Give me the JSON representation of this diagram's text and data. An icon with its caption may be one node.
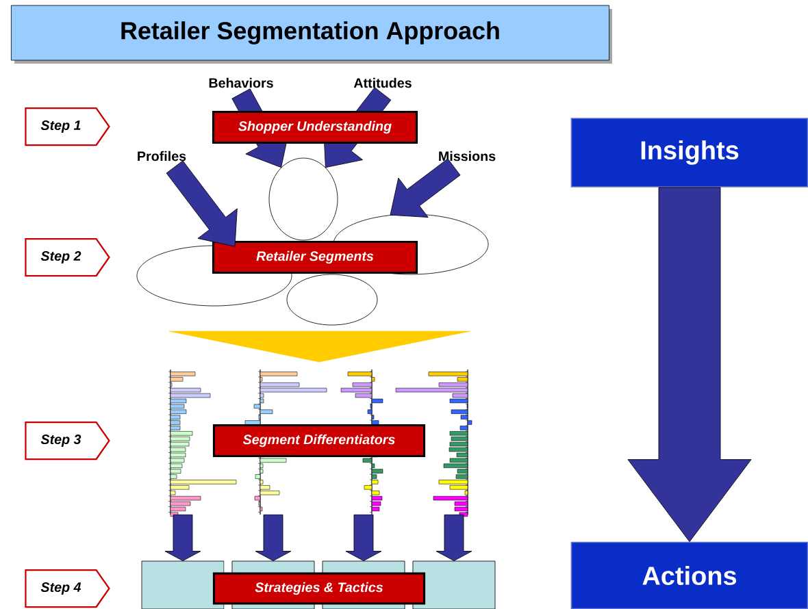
{
  "diagram": {
    "title": "Retailer Segmentation Approach",
    "nodes": [
      {
        "text": [
          "Step 1"
        ]
      },
      {
        "text": [
          "Behaviors"
        ]
      },
      {
        "text": [
          "Attitudes"
        ]
      },
      {
        "text": [
          "Shopper Understanding"
        ]
      },
      {
        "text": [
          "Profiles"
        ]
      },
      {
        "text": [
          "Missions"
        ]
      },
      {
        "text": [
          "Insights"
        ]
      },
      {
        "text": [
          "Step 2"
        ]
      },
      {
        "text": [],
        "shape": "ellipse"
      },
      {
        "text": [],
        "shape": "ellipse"
      },
      {
        "text": [],
        "shape": "ellipse"
      },
      {
        "text": [],
        "shape": "ellipse"
      },
      {
        "text": [
          "Retailer Segments"
        ]
      },
      {
        "text": [],
        "shape": "chart"
      },
      {
        "text": [],
        "shape": "chart"
      },
      {
        "text": [],
        "shape": "chart"
      },
      {
        "text": [],
        "shape": "chart"
      },
      {
        "text": [
          "Step 3"
        ]
      },
      {
        "text": [
          "Segment Differentiators"
        ]
      },
      {
        "text": [],
        "shape": "box"
      },
      {
        "text": [],
        "shape": "box"
      },
      {
        "text": [],
        "shape": "box"
      },
      {
        "text": [],
        "shape": "box"
      },
      {
        "text": [
          "Step 4"
        ]
      },
      {
        "text": [
          "Strategies & Tactics"
        ]
      },
      {
        "text": [
          "Actions"
        ]
      }
    ],
    "edges": [
      {
        "from": 1,
        "to": 9,
        "arrow": "to"
      },
      {
        "from": 2,
        "to": 9,
        "arrow": "to"
      },
      {
        "from": 4,
        "to": 8,
        "arrow": "to"
      },
      {
        "from": 5,
        "to": 11,
        "arrow": "to"
      },
      {
        "from": 12,
        "to": 18,
        "arrow": "to",
        "color": "#ffcc00"
      },
      {
        "from": 13,
        "to": 19,
        "arrow": "to"
      },
      {
        "from": 14,
        "to": 20,
        "arrow": "to"
      },
      {
        "from": 15,
        "to": 21,
        "arrow": "to"
      },
      {
        "from": 16,
        "to": 22,
        "arrow": "to"
      },
      {
        "from": 6,
        "to": 25,
        "arrow": "to"
      }
    ]
  }
}
